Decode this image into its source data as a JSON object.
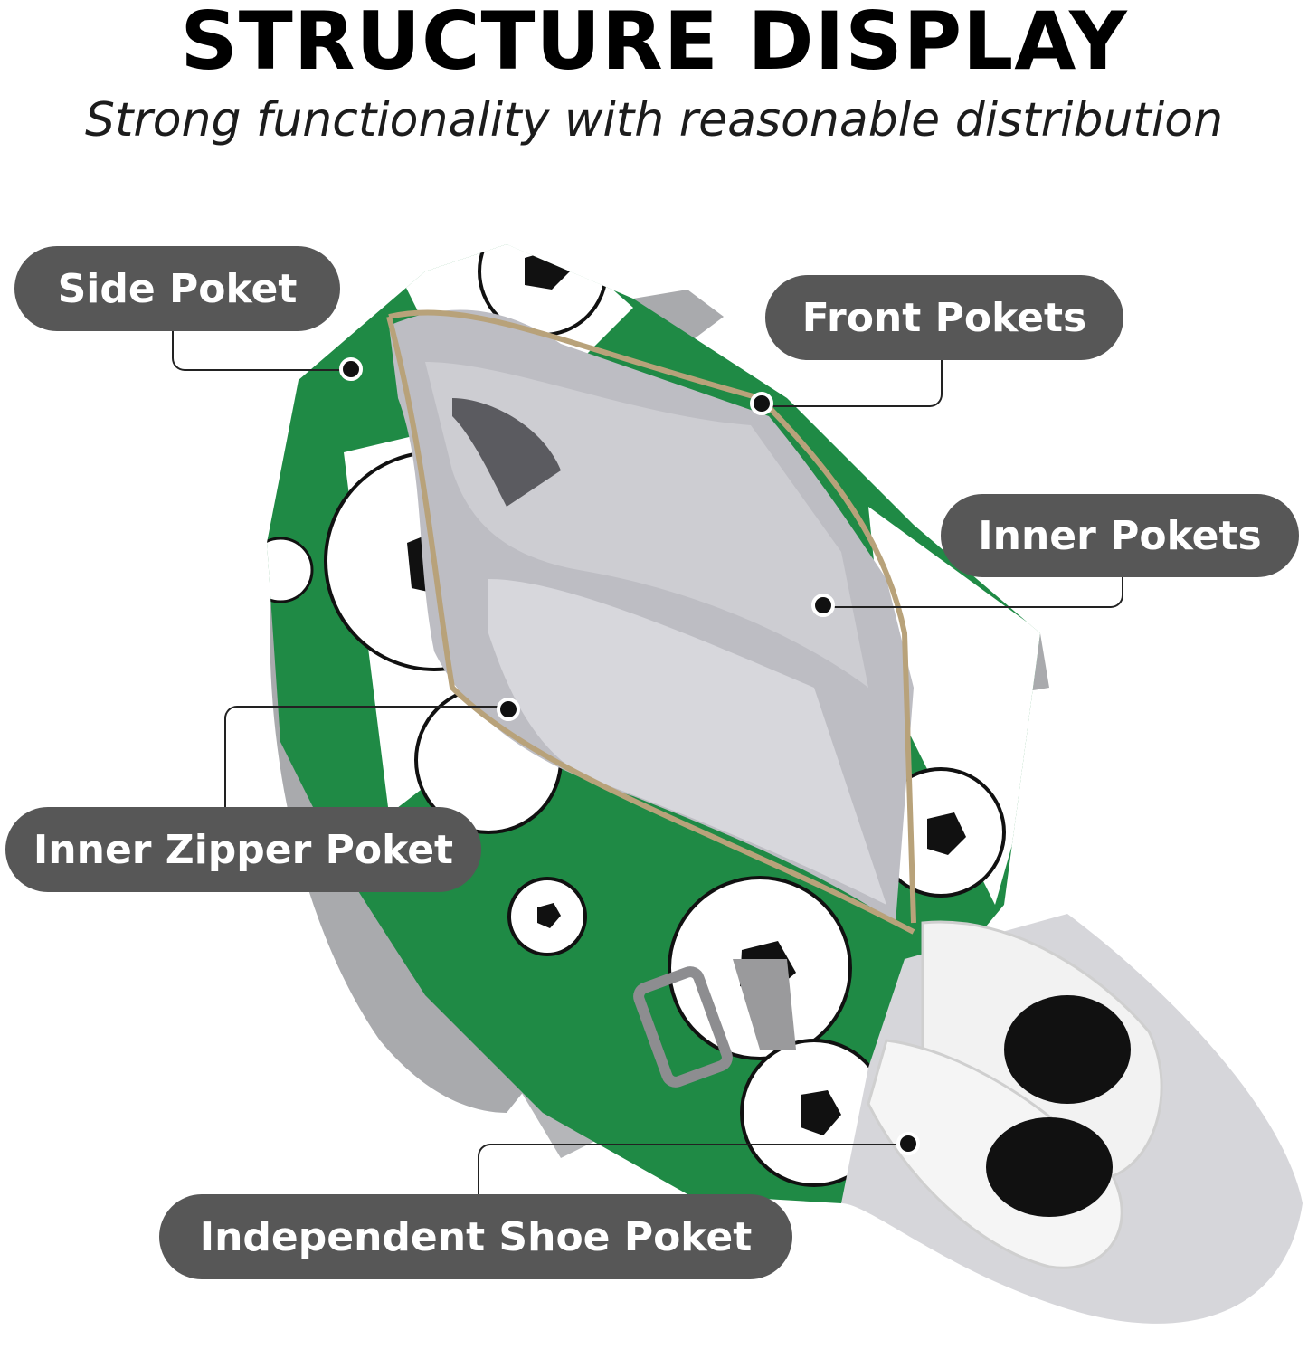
{
  "header": {
    "title": "STRUCTURE DISPLAY",
    "subtitle": "Strong functionality with reasonable distribution"
  },
  "image": {
    "description_icon": "soccer-duffel-bag-illustration",
    "colors": {
      "bag_green": "#1f8a45",
      "lining_gray": "#bdbdc3",
      "strap_gray": "#a9aaad",
      "label_bg": "#575757"
    }
  },
  "callouts": [
    {
      "label": "Side Poket"
    },
    {
      "label": "Front Pokets"
    },
    {
      "label": "Inner Pokets"
    },
    {
      "label": "Inner Zipper Poket"
    },
    {
      "label": "Independent Shoe Poket"
    }
  ]
}
